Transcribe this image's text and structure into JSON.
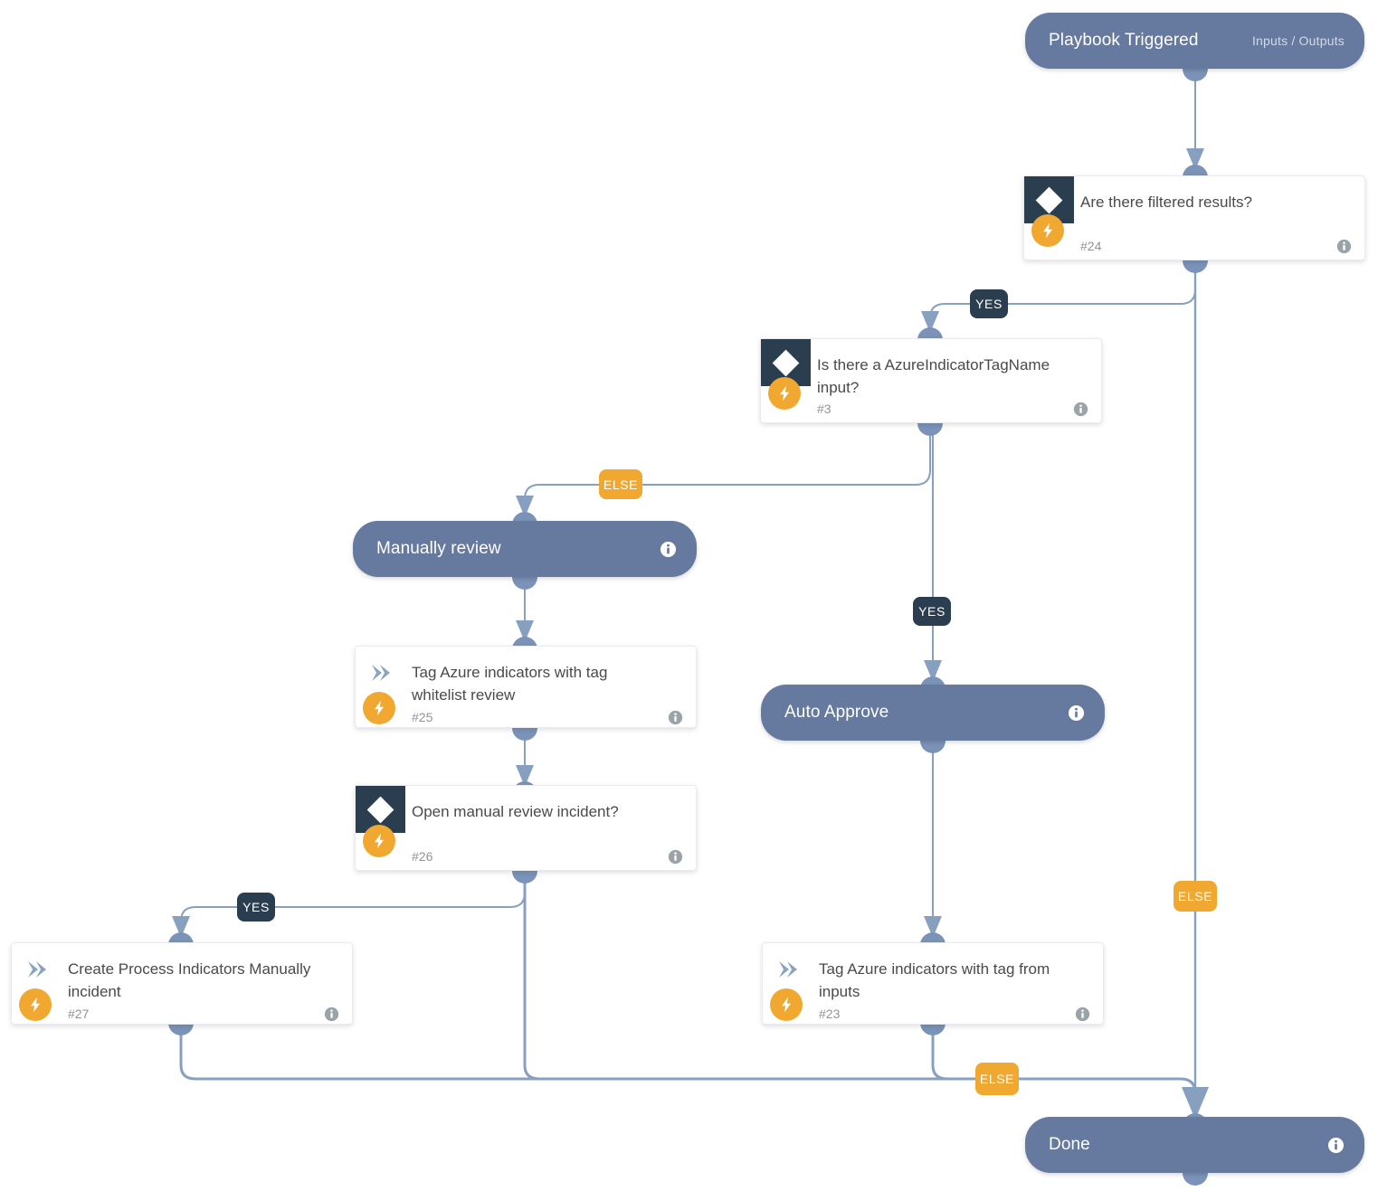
{
  "diagram": {
    "title": "Playbook workflow graph",
    "colors": {
      "pill_fill": "#66799e",
      "condition_glyph_bg": "#2b3e50",
      "bolt": "#f0a830",
      "edge": "#88a0bf",
      "badge_yes_bg": "#2b3e50",
      "badge_else_bg": "#f0a830",
      "card_bg": "#ffffff",
      "canvas_bg": "#ffffff"
    },
    "nodes": [
      {
        "id": "playbook-triggered",
        "kind": "pill",
        "title": "Playbook Triggered",
        "subtitle": "Inputs / Outputs",
        "icon": "none",
        "info": true
      },
      {
        "id": "are-there-filtered-results",
        "kind": "card",
        "title": "Are there filtered results?",
        "number": "#24",
        "icon": "diamond-icon",
        "bolt": true,
        "info": true
      },
      {
        "id": "is-there-azureindicatortagname-input",
        "kind": "card",
        "title": "Is there a AzureIndicatorTagName input?",
        "number": "#3",
        "icon": "diamond-icon",
        "bolt": true,
        "info": true
      },
      {
        "id": "manually-review",
        "kind": "pill",
        "title": "Manually review",
        "subtitle": "",
        "icon": "none",
        "info": true
      },
      {
        "id": "tag-azure-indicators-whitelist-review",
        "kind": "card",
        "title": "Tag Azure indicators with tag whitelist review",
        "number": "#25",
        "icon": "chevron-icon",
        "bolt": true,
        "info": true
      },
      {
        "id": "open-manual-review-incident",
        "kind": "card",
        "title": "Open manual review incident?",
        "number": "#26",
        "icon": "diamond-icon",
        "bolt": true,
        "info": true
      },
      {
        "id": "auto-approve",
        "kind": "pill",
        "title": "Auto Approve",
        "subtitle": "",
        "icon": "none",
        "info": true
      },
      {
        "id": "create-process-indicators-manually-incident",
        "kind": "card",
        "title": "Create Process Indicators Manually incident",
        "number": "#27",
        "icon": "chevron-icon",
        "bolt": true,
        "info": true
      },
      {
        "id": "tag-azure-indicators-from-inputs",
        "kind": "card",
        "title": "Tag Azure indicators with tag from inputs",
        "number": "#23",
        "icon": "chevron-icon",
        "bolt": true,
        "info": true
      },
      {
        "id": "done",
        "kind": "pill",
        "title": "Done",
        "subtitle": "",
        "icon": "none",
        "info": true
      }
    ],
    "edge_labels": [
      {
        "id": "yes-filtered-results",
        "text": "YES",
        "type": "yes"
      },
      {
        "id": "else-filtered-results",
        "text": "ELSE",
        "type": "else"
      },
      {
        "id": "else-tagname-input",
        "text": "ELSE",
        "type": "else"
      },
      {
        "id": "yes-tagname-input",
        "text": "YES",
        "type": "yes"
      },
      {
        "id": "yes-open-manual-review",
        "text": "YES",
        "type": "yes"
      },
      {
        "id": "else-open-manual-review",
        "text": "ELSE",
        "type": "else"
      }
    ],
    "edges": [
      {
        "from": "playbook-triggered",
        "to": "are-there-filtered-results",
        "label": ""
      },
      {
        "from": "are-there-filtered-results",
        "to": "is-there-azureindicatortagname-input",
        "label": "YES"
      },
      {
        "from": "are-there-filtered-results",
        "to": "done",
        "label": "ELSE"
      },
      {
        "from": "is-there-azureindicatortagname-input",
        "to": "manually-review",
        "label": "ELSE"
      },
      {
        "from": "is-there-azureindicatortagname-input",
        "to": "auto-approve",
        "label": "YES"
      },
      {
        "from": "manually-review",
        "to": "tag-azure-indicators-whitelist-review",
        "label": ""
      },
      {
        "from": "tag-azure-indicators-whitelist-review",
        "to": "open-manual-review-incident",
        "label": ""
      },
      {
        "from": "open-manual-review-incident",
        "to": "create-process-indicators-manually-incident",
        "label": "YES"
      },
      {
        "from": "open-manual-review-incident",
        "to": "done",
        "label": "ELSE"
      },
      {
        "from": "auto-approve",
        "to": "tag-azure-indicators-from-inputs",
        "label": ""
      },
      {
        "from": "tag-azure-indicators-from-inputs",
        "to": "done",
        "label": "ELSE"
      },
      {
        "from": "create-process-indicators-manually-incident",
        "to": "done",
        "label": ""
      }
    ]
  }
}
